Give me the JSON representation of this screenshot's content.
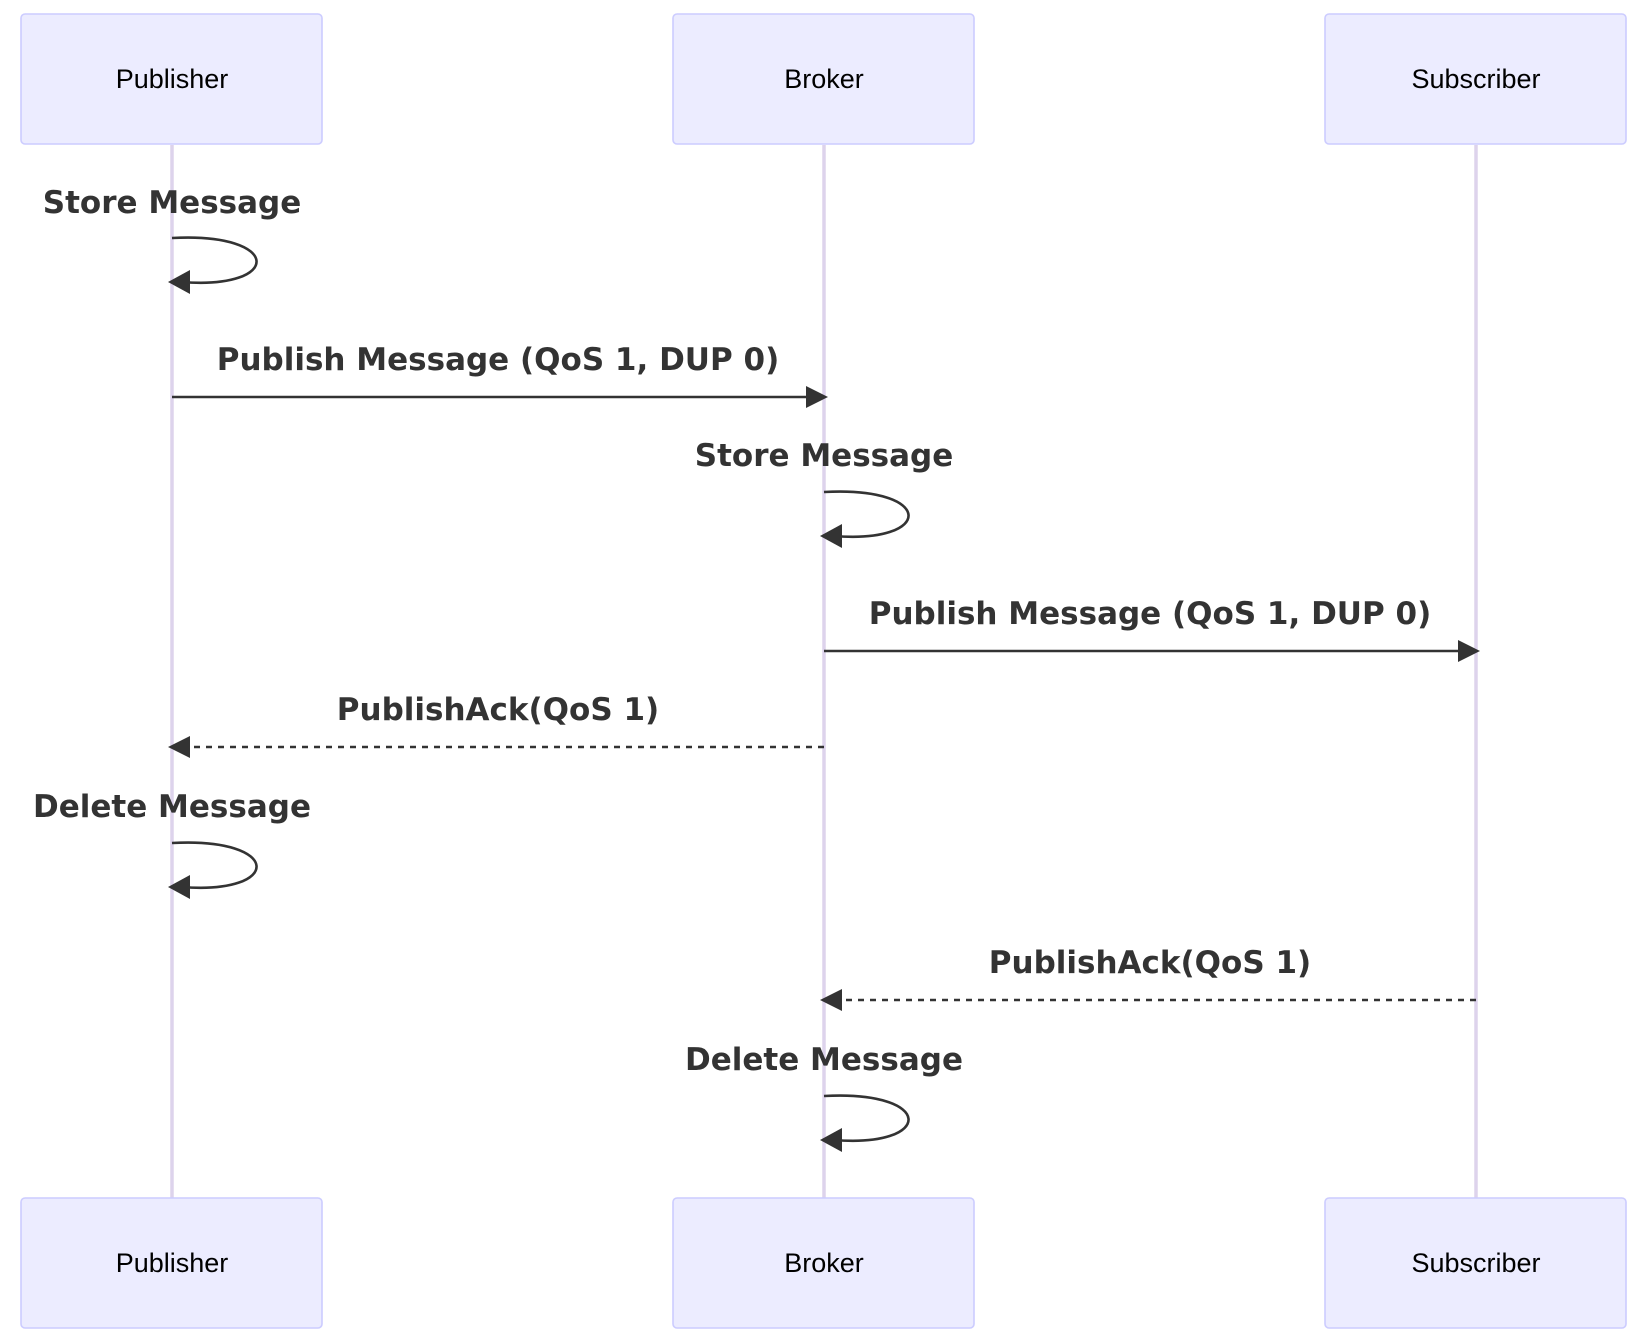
{
  "actors": [
    {
      "id": "publisher",
      "label": "Publisher"
    },
    {
      "id": "broker",
      "label": "Broker"
    },
    {
      "id": "subscriber",
      "label": "Subscriber"
    }
  ],
  "messages": [
    {
      "from": "publisher",
      "to": "publisher",
      "label": "Store Message",
      "style": "solid"
    },
    {
      "from": "publisher",
      "to": "broker",
      "label": "Publish Message (QoS 1, DUP 0)",
      "style": "solid"
    },
    {
      "from": "broker",
      "to": "broker",
      "label": "Store Message",
      "style": "solid"
    },
    {
      "from": "broker",
      "to": "subscriber",
      "label": "Publish Message (QoS 1, DUP 0)",
      "style": "solid"
    },
    {
      "from": "broker",
      "to": "publisher",
      "label": "PublishAck(QoS 1)",
      "style": "dashed"
    },
    {
      "from": "publisher",
      "to": "publisher",
      "label": "Delete Message",
      "style": "solid"
    },
    {
      "from": "subscriber",
      "to": "broker",
      "label": "PublishAck(QoS 1)",
      "style": "dashed"
    },
    {
      "from": "broker",
      "to": "broker",
      "label": "Delete Message",
      "style": "solid"
    }
  ],
  "colors": {
    "actor_fill": "#ECECFF",
    "actor_border": "#CCCCFF",
    "lifeline": "#DDD3EC",
    "arrow": "#333333"
  }
}
